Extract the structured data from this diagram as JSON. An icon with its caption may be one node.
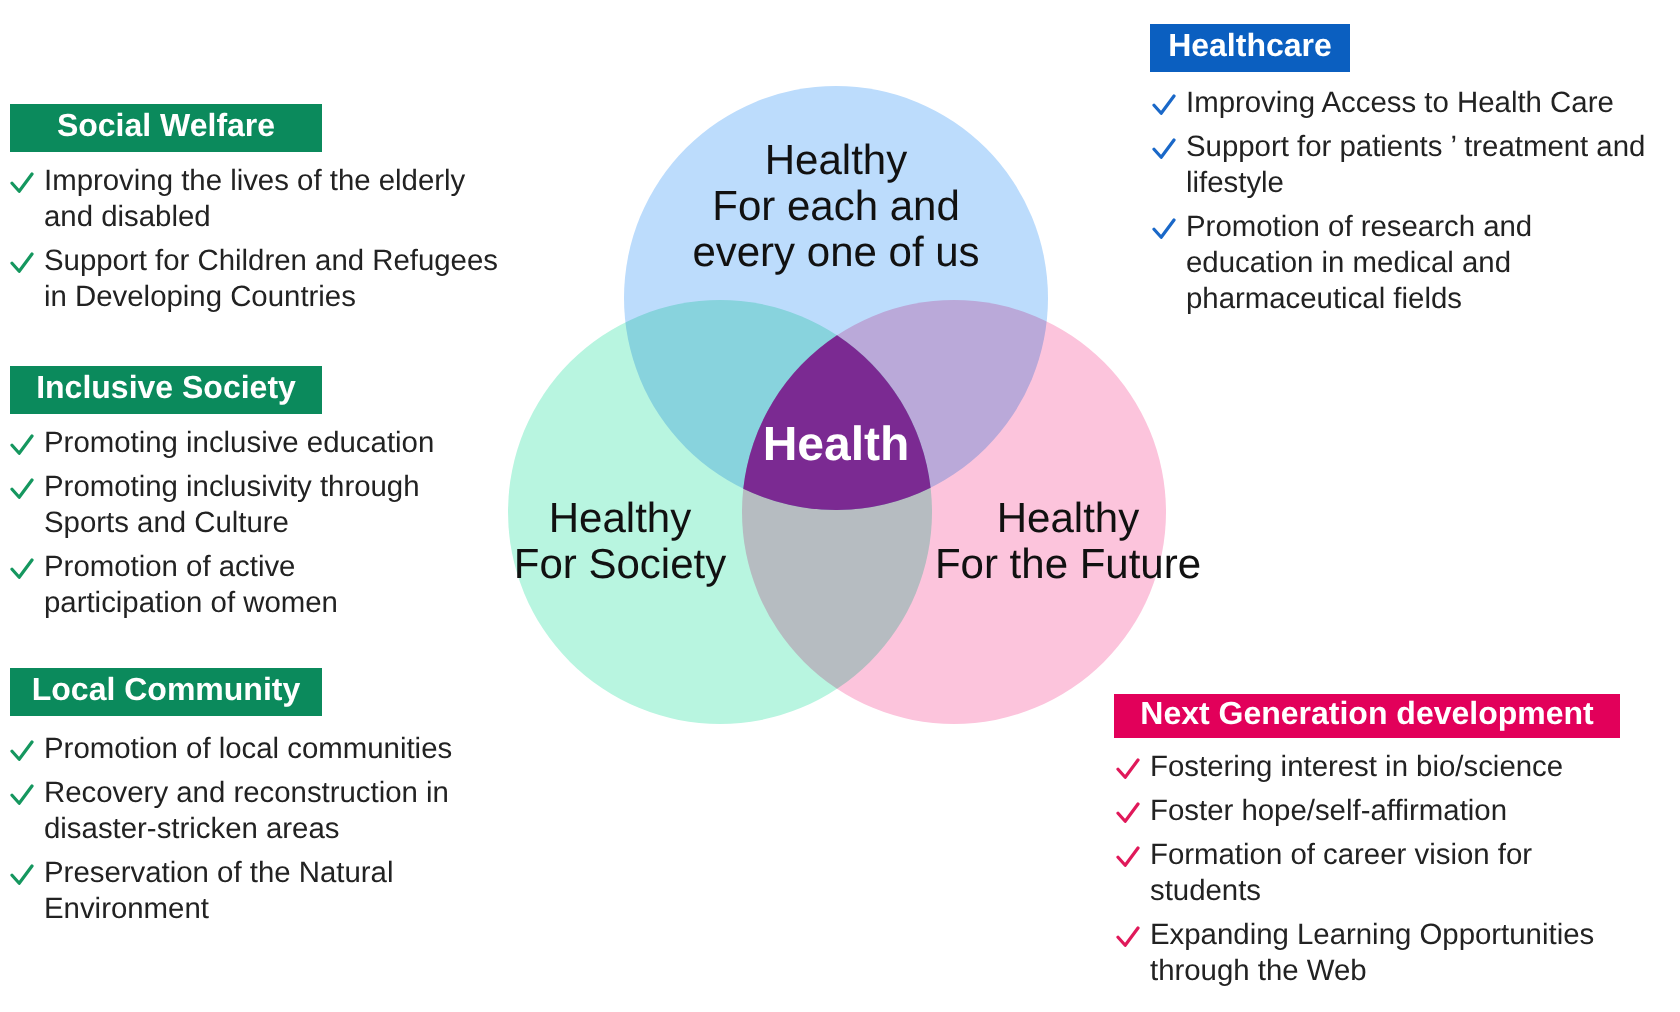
{
  "diagram": {
    "nodes": [
      {
        "text": [
          "Healthy",
          "For each and every one of us"
        ]
      },
      {
        "text": [
          "Healthy",
          "For Society"
        ]
      },
      {
        "text": [
          "Healthy",
          "For the Future"
        ]
      },
      {
        "text": [
          "Health"
        ]
      },
      {
        "text": [
          "Social Welfare"
        ]
      },
      {
        "text": [
          "Inclusive Society"
        ]
      },
      {
        "text": [
          "Local Community"
        ]
      },
      {
        "text": [
          "Healthcare"
        ]
      },
      {
        "text": [
          "Next Generation development"
        ]
      }
    ],
    "labels": [
      "Improving the lives of the elderly and disabled",
      "Support for Children and Refugees in Developing Countries",
      "Promoting inclusive education",
      "Promoting inclusivity through Sports and Culture",
      "Promotion of active participation of women",
      "Promotion of local communities",
      "Recovery and reconstruction in disaster-stricken areas",
      "Preservation of the Natural Environment",
      "Improving Access to Health Care",
      "Support for patients ’ treatment and lifestyle",
      "Promotion of research and education in medical and pharmaceutical fields",
      "Fostering interest in bio/science",
      "Foster hope/self-affirmation",
      "Formation of career vision for students",
      "Expanding Learning Opportunities through the Web"
    ]
  }
}
